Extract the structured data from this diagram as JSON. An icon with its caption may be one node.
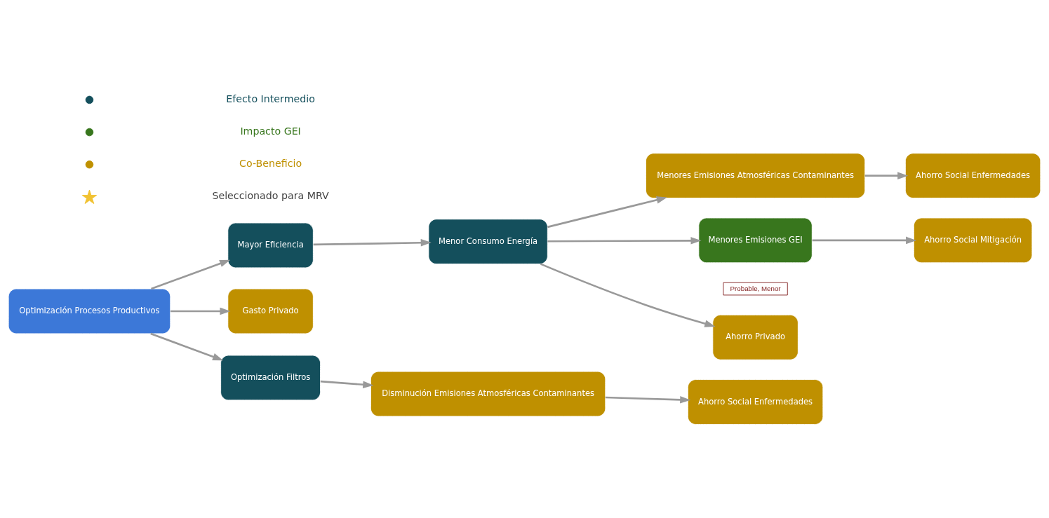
{
  "diagram": {
    "nodes": [
      {
        "text": [
          "Optimización Procesos Productivos"
        ]
      },
      {
        "text": [
          "Mayor Eficiencia"
        ]
      },
      {
        "text": [
          "Gasto Privado"
        ]
      },
      {
        "text": [
          "Optimización Filtros"
        ]
      },
      {
        "text": [
          "Menor Consumo Energía"
        ]
      },
      {
        "text": [
          "Disminución Emisiones Atmosféricas Contaminantes"
        ]
      },
      {
        "text": [
          "Menores Emisiones Atmosféricas Contaminantes"
        ]
      },
      {
        "text": [
          "Menores Emisiones GEI"
        ],
        "beside": [
          "Probable, Menor"
        ]
      },
      {
        "text": [
          "Ahorro Privado"
        ]
      },
      {
        "text": [
          "Ahorro Social Enfermedades"
        ]
      },
      {
        "text": [
          "Ahorro Social Enfermedades"
        ]
      },
      {
        "text": [
          "Ahorro Social Mitigación"
        ]
      }
    ],
    "edges": [
      {
        "from": 0,
        "to": 1,
        "arrow": "to"
      },
      {
        "from": 0,
        "to": 2,
        "arrow": "to"
      },
      {
        "from": 0,
        "to": 3,
        "arrow": "to"
      },
      {
        "from": 1,
        "to": 4,
        "arrow": "to"
      },
      {
        "from": 3,
        "to": 5,
        "arrow": "to"
      },
      {
        "from": 4,
        "to": 6,
        "arrow": "to"
      },
      {
        "from": 4,
        "to": 7,
        "arrow": "to"
      },
      {
        "from": 4,
        "to": 8,
        "arrow": "to"
      },
      {
        "from": 5,
        "to": 9,
        "arrow": "to"
      },
      {
        "from": 6,
        "to": 10,
        "arrow": "to"
      },
      {
        "from": 7,
        "to": 11,
        "arrow": "to"
      }
    ],
    "legend": [
      {
        "text": "Efecto Intermedio",
        "color": "#144f5c"
      },
      {
        "text": "Impacto GEI",
        "color": "#38761d"
      },
      {
        "text": "Co-Beneficio",
        "color": "#bf9000"
      },
      {
        "text": "Seleccionado para MRV"
      }
    ]
  }
}
